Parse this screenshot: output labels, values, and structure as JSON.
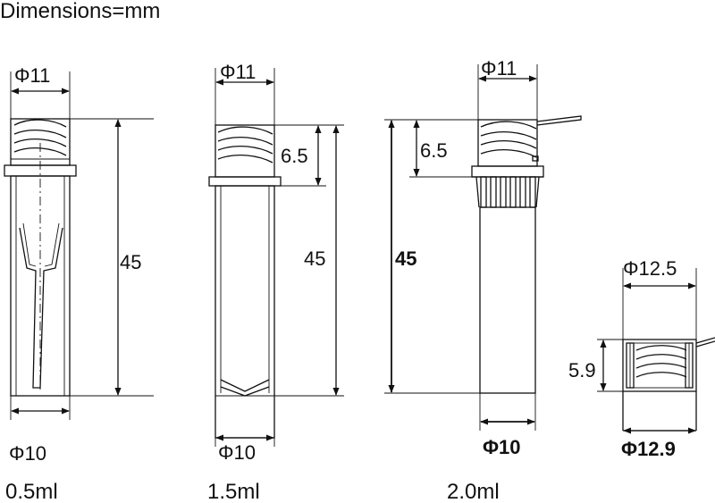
{
  "header": {
    "title": "Dimensions=mm"
  },
  "tubes": [
    {
      "capacity": "0.5ml",
      "top_diameter": "Φ11",
      "bottom_diameter": "Φ10",
      "height": "45"
    },
    {
      "capacity": "1.5ml",
      "top_diameter": "Φ11",
      "bottom_diameter": "Φ10",
      "height": "45",
      "thread_height": "6.5"
    },
    {
      "capacity": "2.0ml",
      "top_diameter": "Φ11",
      "bottom_diameter": "Φ10",
      "height": "45",
      "thread_height": "6.5"
    }
  ],
  "cap": {
    "top_diameter": "Φ12.5",
    "bottom_diameter": "Φ12.9",
    "height": "5.9"
  }
}
